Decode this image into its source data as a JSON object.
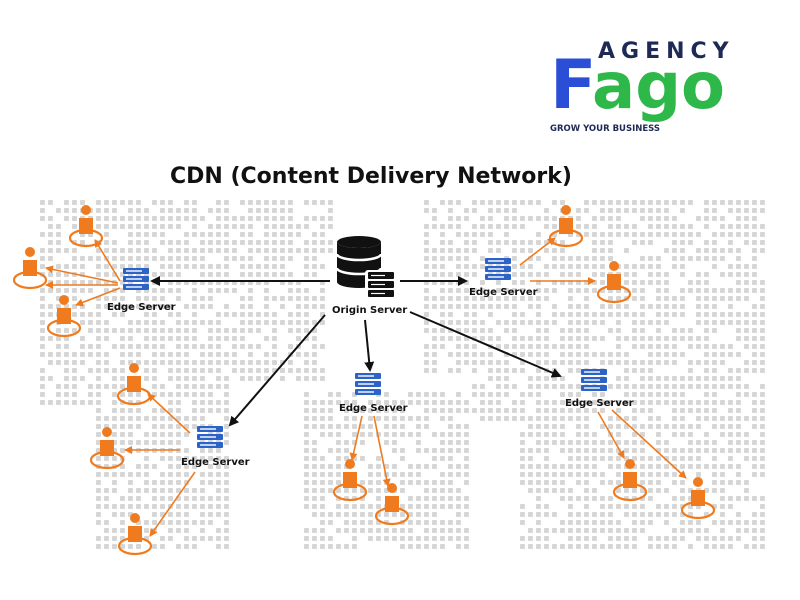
{
  "logo": {
    "agency": "AGENCY",
    "brand_f": "F",
    "brand_rest": "ago",
    "tagline": "GROW YOUR BUSINESS",
    "colors": {
      "blue": "#2b4ed6",
      "green": "#2fb84a",
      "navy": "#1e2a55"
    }
  },
  "title": "CDN (Content Delivery Network)",
  "origin": {
    "label": "Origin Server"
  },
  "edge_label": "Edge Server",
  "colors": {
    "orange": "#f07b1e",
    "server_blue": "#2c63c8",
    "dots": "#d3d3d3",
    "arrow": "#111111"
  }
}
